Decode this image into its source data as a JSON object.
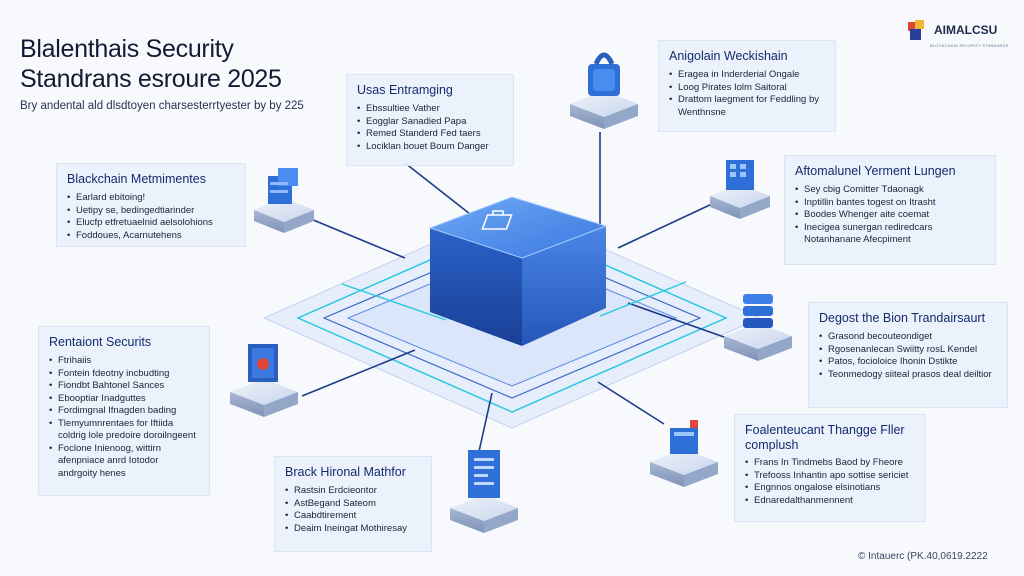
{
  "title_lines": [
    "Blalenthais Security",
    "Standrans esroure 2025"
  ],
  "subtitle": "Bry andental ald dlsdtoyen charsesterrtyester by by 225",
  "brand": {
    "name": "AIMALCSU",
    "tagline": "BLOCKCHAIN SECURITY STANDARDS"
  },
  "footer": "© Intauerc (PK.40,0619.2222",
  "colors": {
    "accent": "#2f6fd8",
    "card_bg": "#eaf1fc",
    "line": "#1f3a8a",
    "cyan": "#27c8e0"
  },
  "cards": [
    {
      "id": "uses-entramging",
      "title": "Usas Entramging",
      "items": [
        "Ebssultiee Vather",
        "Eogglar Sanadied Papa",
        "Remed Standerd Fed taers",
        "Lociklan bouet Boum Danger"
      ]
    },
    {
      "id": "anigolain-weckishain",
      "title": "Anigolain Weckishain",
      "items": [
        "Eragea in Inderderial Ongale",
        "Loog Pirates Iolm Saitoral",
        "Drattom laegment for Feddling by Wenthnsne"
      ]
    },
    {
      "id": "blackchain-metmimentes",
      "title": "Blackchain Metmimentes",
      "items": [
        "Earlard ebitoing!",
        "Uetipy se, bedingedtiarinder",
        "Elucfp etfretuaelnid aelsolohions",
        "Foddoues, Acarnutehens"
      ]
    },
    {
      "id": "aftomalunel-yerment",
      "title": "Aftomalunel Yerment Lungen",
      "items": [
        "Sey cbig Comitter Tdaonagk",
        "Inptillin bantes togest on Itrasht",
        "Boodes Whenger aite coemat",
        "Inecigea sunergan rediredcars Notanhanane Afecpiment"
      ]
    },
    {
      "id": "degost-bion",
      "title": "Degost the Bion Trandairsaurt",
      "items": [
        "Grasond becouteondiget",
        "Rgosenanlecan Swiitty rosL Kendel",
        "Patos, focioloice Ihonin Dstikte",
        "Teonmedogy siiteal prasos deal deiltior"
      ]
    },
    {
      "id": "rentaiont-securits",
      "title": "Rentaiont Securits",
      "items": [
        "Ftrihaiis",
        "Fontein fdeotny incbudting",
        "Fiondbt Bahtonel Sances",
        "Ebooptiar Inadguttes",
        "Fordimgnal Ifnagden bading",
        "Tlemyumnrentaes for Iftiida coldrig lole predoire doroilngeent",
        "Foclone Inienoog, wittirn afenpniace anrd Iotodor andrgoity henes"
      ]
    },
    {
      "id": "back-hironal",
      "title": "Brack Hironal Mathfor",
      "items": [
        "Rastsin Erdcieontor",
        "AstBegand Sateom",
        "Caabdtirement",
        "Deaim Ineingat Mothiresay"
      ]
    },
    {
      "id": "foalenteucant",
      "title": "Foalenteucant Thangge Fller",
      "title2": "complush",
      "items": [
        "Frans In Tindmebs Baod by Fheore",
        "Trefooss Inhantin apo sottise sericiet",
        "Engnnos ongalose elsinotians",
        "Ednaredalthanmennent"
      ]
    }
  ]
}
